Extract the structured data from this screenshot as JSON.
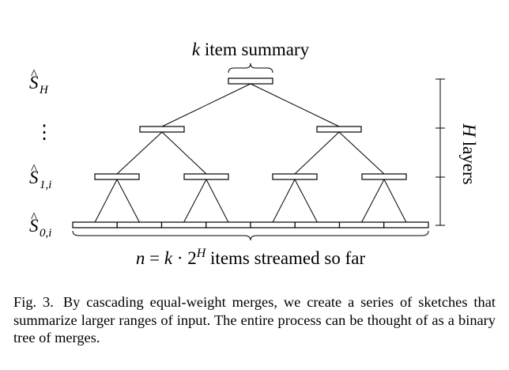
{
  "diagram": {
    "top_label": {
      "var": "k",
      "text": " item summary"
    },
    "bottom_label": {
      "n": "n",
      "eq": " = ",
      "k": "k",
      "dot": " · 2",
      "exp": "H",
      "rest": "  items streamed so far"
    },
    "right_label": {
      "var": "H",
      "text": " layers"
    },
    "left_labels": [
      {
        "base": "S",
        "sub": "H",
        "hat": "^"
      },
      {
        "base": "⋮",
        "sub": "",
        "hat": ""
      },
      {
        "base": "S",
        "sub": "1,i",
        "hat": "^"
      },
      {
        "base": "S",
        "sub": "0,i",
        "hat": "^"
      }
    ]
  },
  "caption": {
    "label": "Fig. 3.",
    "text": "By cascading equal-weight merges, we create a series of sketches that summarize larger ranges of input. The entire process can be thought of as a binary tree of merges."
  }
}
